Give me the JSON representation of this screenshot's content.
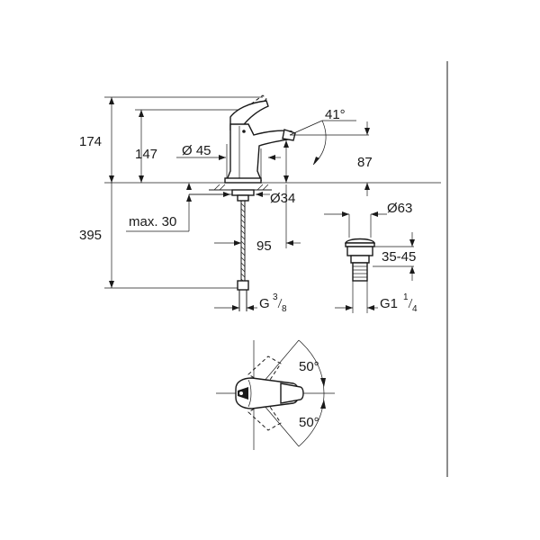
{
  "dimensions": {
    "height_174": "174",
    "height_147": "147",
    "diameter_45": "Ø 45",
    "angle_41": "41°",
    "reach_87": "87",
    "diameter_34": "Ø34",
    "max_30": "max. 30",
    "height_395": "395",
    "depth_95": "95",
    "thread_g": "G",
    "thread_g_num": "3",
    "thread_g_den": "8",
    "diameter_63": "Ø63",
    "range_35_45": "35-45",
    "thread_g1": "G1",
    "thread_g1_num": "1",
    "thread_g1_den": "4",
    "angle_top_50": "50°",
    "angle_bottom_50": "50°"
  }
}
